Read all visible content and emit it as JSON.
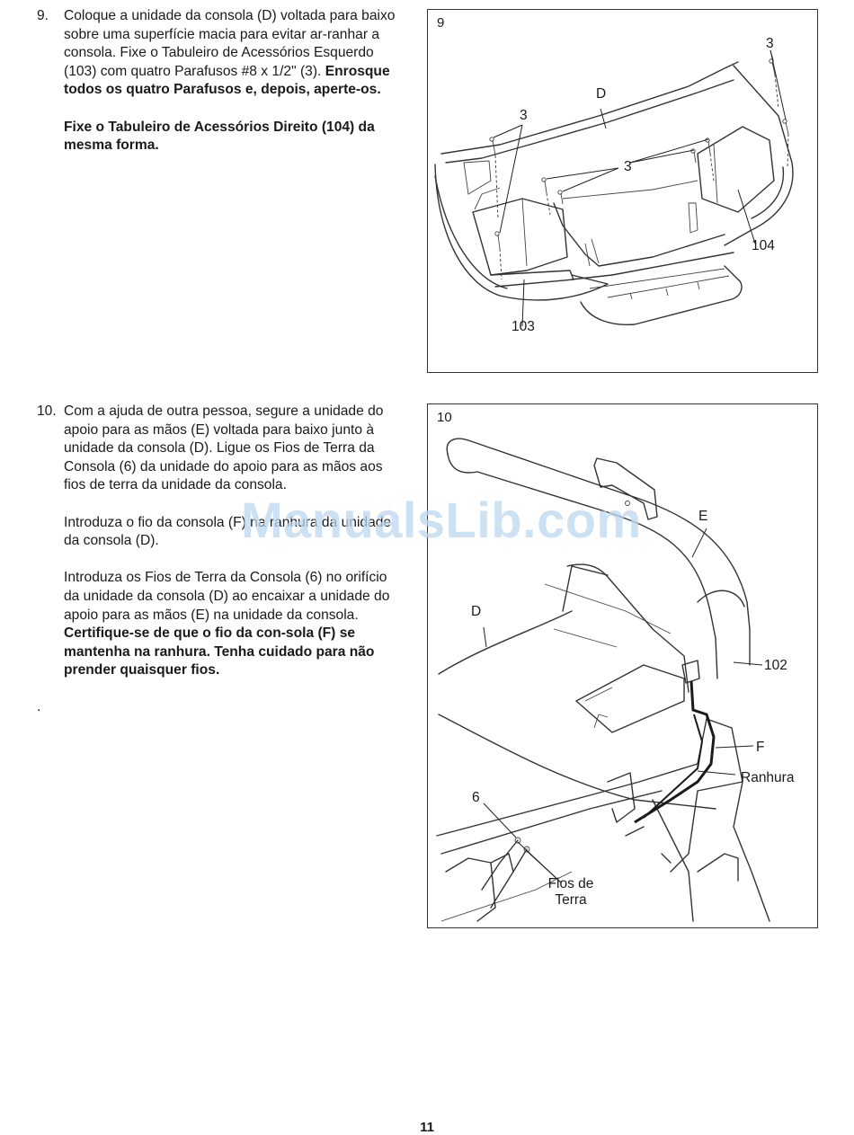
{
  "steps": {
    "s9": {
      "number": "9.",
      "p1_text": "Coloque a unidade da consola (D) voltada para baixo sobre uma superfície macia para evitar ar-ranhar a consola. Fixe o Tabuleiro de Acessórios Esquerdo (103) com quatro Parafusos #8 x 1/2\" (3). ",
      "p1_bold": "Enrosque todos os quatro Parafusos e, depois, aperte-os.",
      "p2_bold": "Fixe o Tabuleiro de Acessórios Direito (104) da mesma forma."
    },
    "s10": {
      "number": "10.",
      "p1": "Com a ajuda de outra pessoa, segure a unidade do apoio para as mãos (E) voltada para baixo junto à unidade da consola (D). Ligue os Fios de Terra da Consola (6) da unidade do apoio para as mãos aos fios de terra da unidade da consola.",
      "p2": "Introduza o fio da consola (F) na ranhura da unidade da consola (D).",
      "p3_text": "Introduza os Fios de Terra da Consola (6) no orifício da unidade da consola (D) ao encaixar a unidade do apoio para as mãos (E) na unidade da consola. ",
      "p3_bold": "Certifique-se de que o fio da con-sola (F) se mantenha na ranhura. Tenha cuidado para não prender quaisquer fios.",
      "trailing": "."
    }
  },
  "figures": {
    "f9": {
      "number": "9",
      "labels": {
        "d": "D",
        "screw_a": "3",
        "screw_b": "3",
        "screw_c": "3",
        "tray_left": "103",
        "tray_right": "104"
      }
    },
    "f10": {
      "number": "10",
      "labels": {
        "e": "E",
        "d": "D",
        "part102": "102",
        "f": "F",
        "slot": "Ranhura",
        "wires": "6",
        "ground_1": "Fios de",
        "ground_2": "Terra"
      }
    }
  },
  "watermark": "ManualsLib.com",
  "page_number": "11"
}
